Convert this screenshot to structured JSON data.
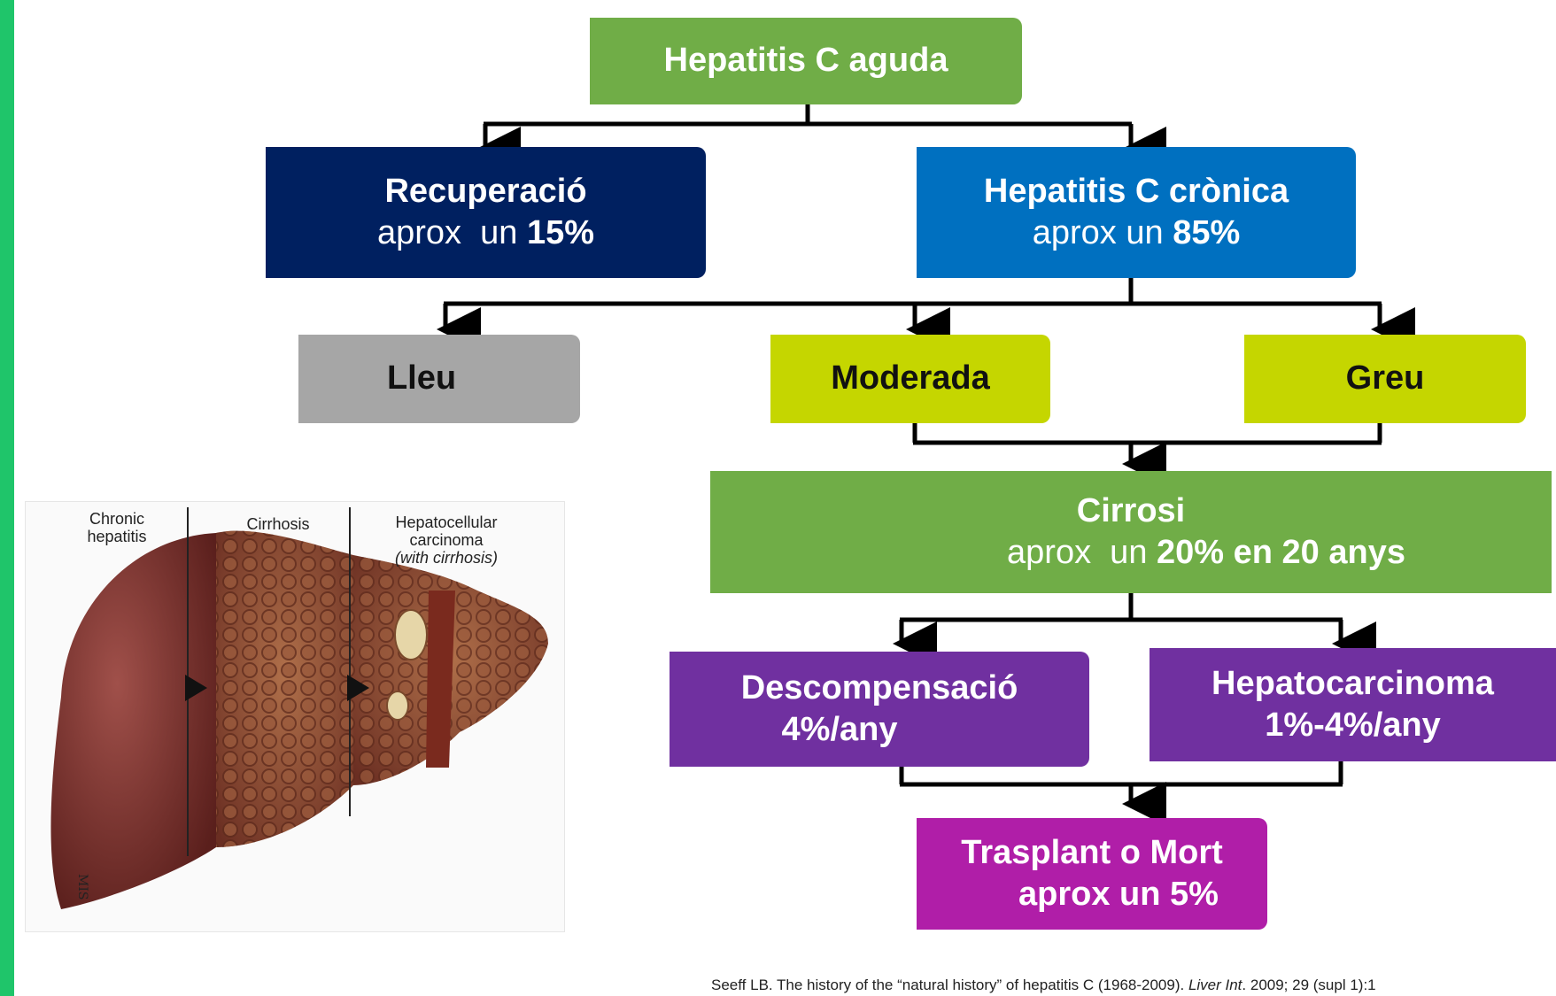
{
  "title": "",
  "boxes": {
    "acute": {
      "title": "Hepatitis C aguda",
      "color": "#70ad47"
    },
    "recovery": {
      "title": "Recuperació",
      "line_prefix": "aprox  un ",
      "line_bold": "15%",
      "color": "#002060"
    },
    "chronic": {
      "title": "Hepatitis C crònica",
      "line_prefix": "aprox un ",
      "line_bold": "85%",
      "color": "#0070c0"
    },
    "mild": {
      "title": "Lleu",
      "color": "#a6a6a6"
    },
    "moderate": {
      "title": "Moderada",
      "color": "#c5d600"
    },
    "severe": {
      "title": "Greu",
      "color": "#c5d600"
    },
    "cirrhosis": {
      "title": "Cirrosi",
      "line_prefix": "aprox  un ",
      "line_bold": "20% en 20 anys",
      "color": "#70ad47"
    },
    "decompensation": {
      "title": "Descompensació",
      "line": "4%/any",
      "color": "#7030a0"
    },
    "hcc": {
      "title": "Hepatocarcinoma",
      "line": "1%-4%/any",
      "color": "#7030a0"
    },
    "outcome": {
      "title": "Trasplant o Mort",
      "line": "aprox un 5%",
      "color": "#b01ea8"
    }
  },
  "illustration": {
    "labels": {
      "chronic": [
        "Chronic",
        "hepatitis"
      ],
      "cirrhosis": "Cirrhosis",
      "hcc": [
        "Hepatocellular",
        "carcinoma",
        "(with cirrhosis)"
      ]
    },
    "signature": "MIS"
  },
  "reference": {
    "pre": "Seeff LB. The history of the “natural history” of hepatitis C (1968-2009). ",
    "journal": "Liver Int",
    "post": ". 2009; 29 (supl 1):1"
  }
}
